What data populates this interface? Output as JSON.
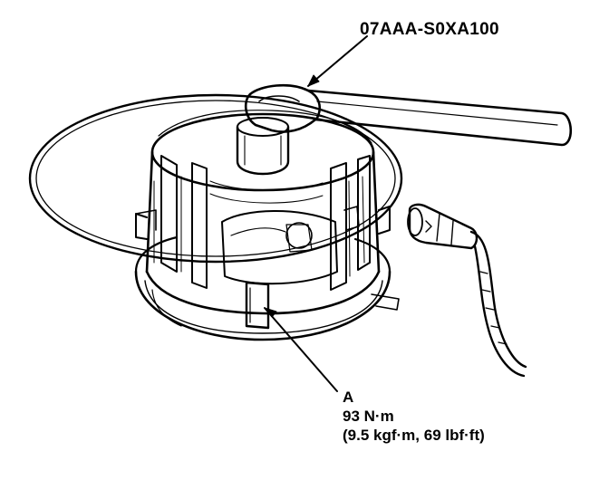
{
  "tool_label": "07AAA-S0XA100",
  "callout": {
    "letter": "A",
    "torque_nm": "93 N·m",
    "torque_alt": "(9.5 kgf·m, 69 lbf·ft)"
  }
}
